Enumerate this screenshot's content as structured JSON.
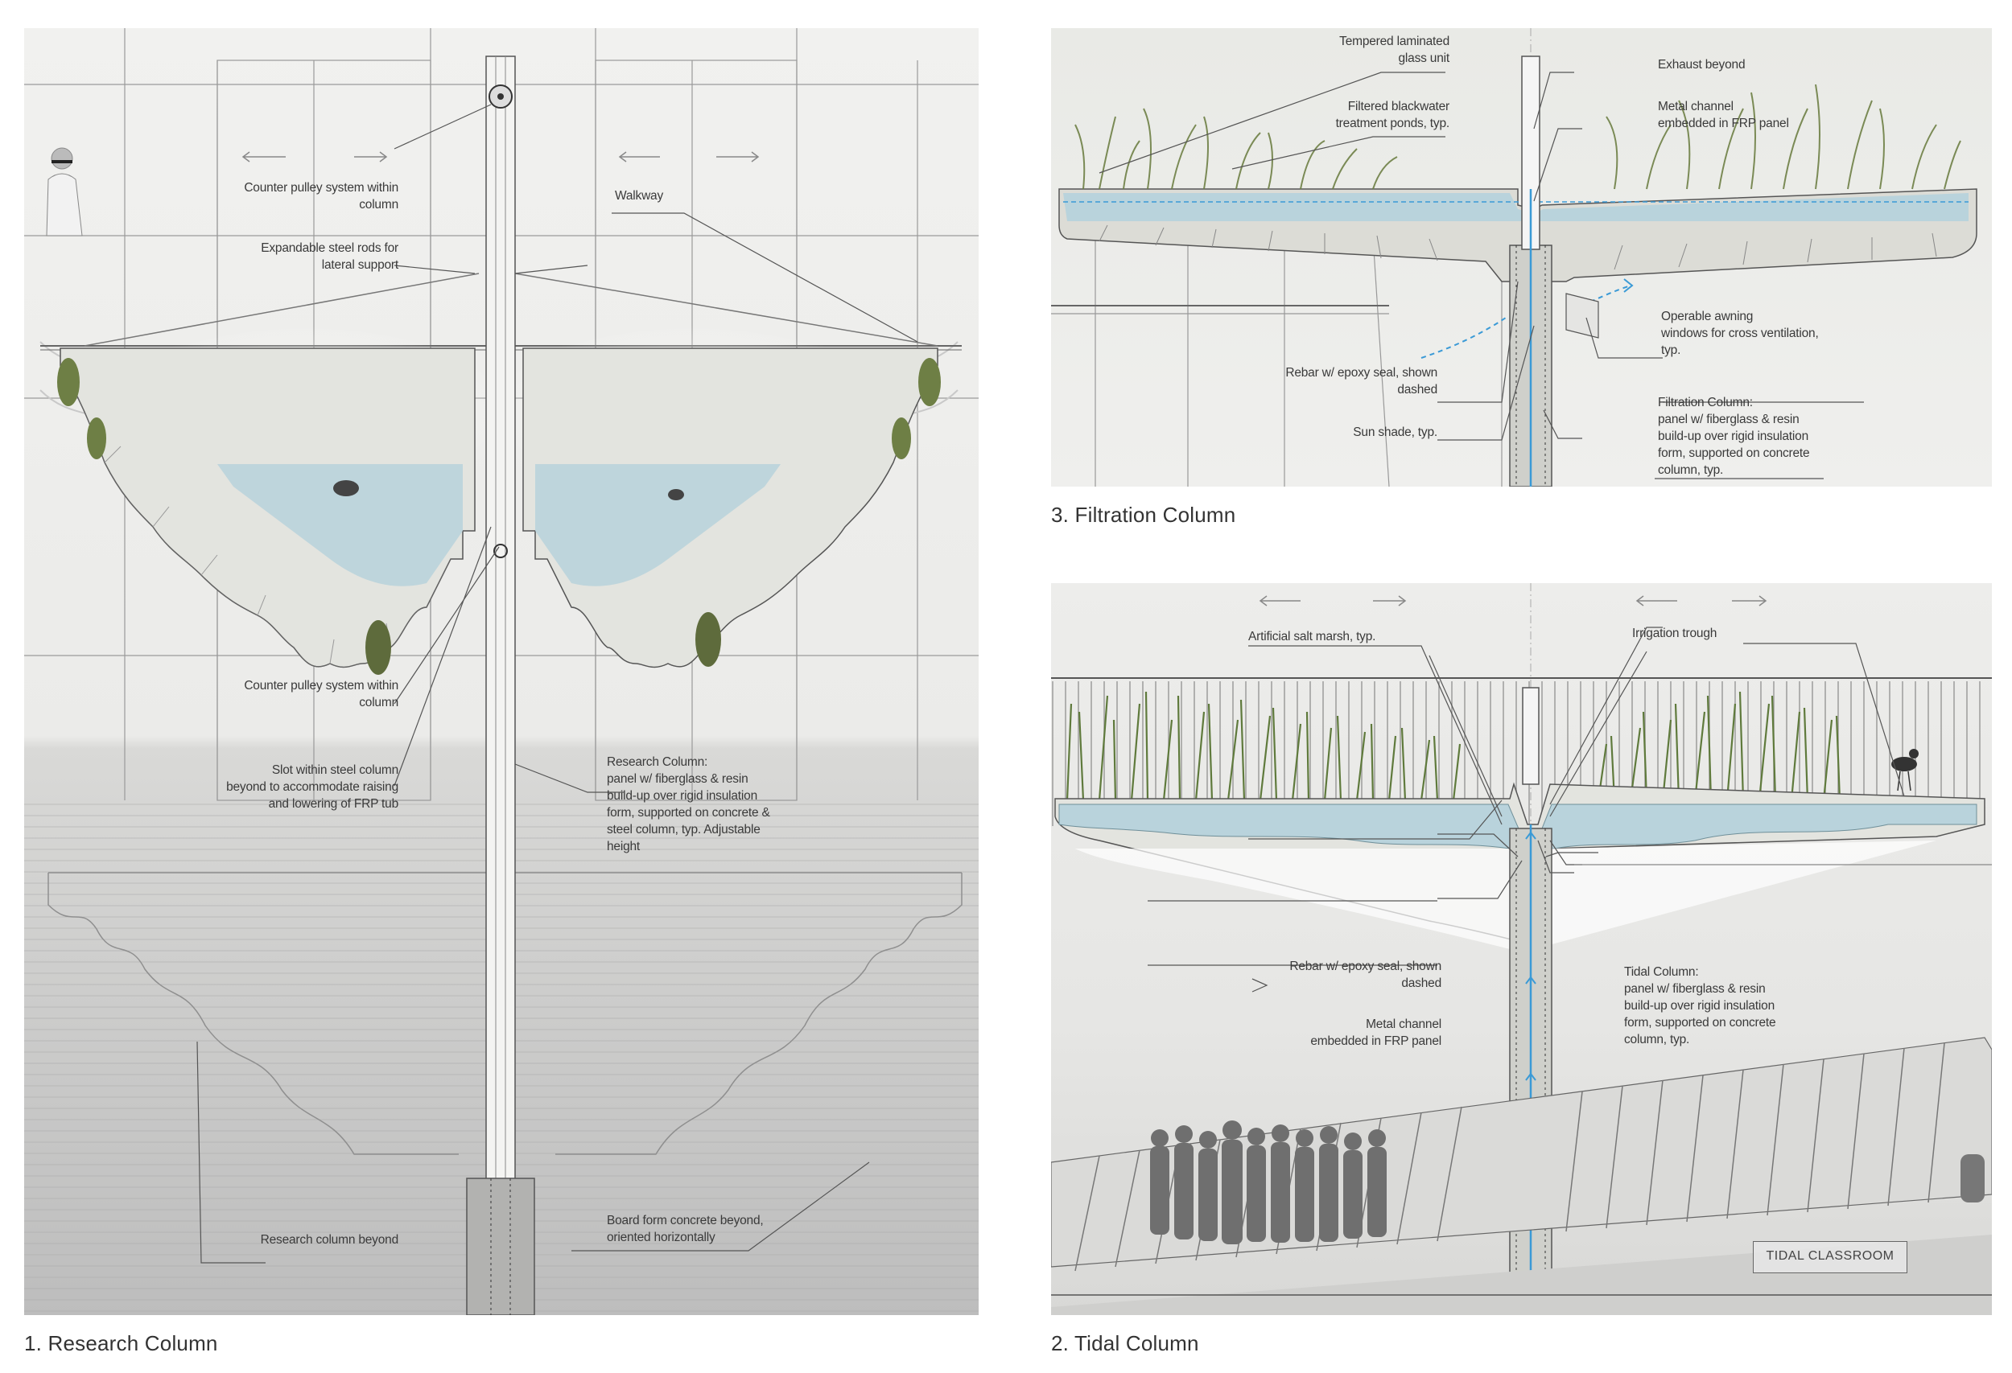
{
  "panel1": {
    "caption": "1. Research Column",
    "labels": {
      "counter_pulley_top": "Counter pulley system within\ncolumn",
      "expandable_rods": "Expandable steel rods for\nlateral support",
      "walkway": "Walkway",
      "counter_pulley_mid": "Counter pulley system within\ncolumn",
      "slot": "Slot within steel column\nbeyond to accommodate raising\nand lowering of FRP tub",
      "research_column": "Research Column:\npanel w/ fiberglass & resin\nbuild-up over rigid insulation\nform, supported on concrete &\nsteel column, typ.  Adjustable\nheight",
      "research_beyond": "Research column beyond",
      "board_form": "Board form concrete beyond,\noriented horizontally"
    }
  },
  "panel3": {
    "caption": "3. Filtration Column",
    "labels": {
      "tempered_glass": "Tempered laminated\nglass unit",
      "filtered_ponds": "Filtered blackwater\ntreatment ponds, typ.",
      "exhaust": "Exhaust beyond",
      "metal_channel": "Metal channel\nembedded in FRP panel",
      "operable_awning": "Operable awning\nwindows for cross ventilation,\ntyp.",
      "rebar": "Rebar w/ epoxy seal, shown\ndashed",
      "filtration_column": "Filtration Column:\npanel w/ fiberglass & resin\nbuild-up over rigid insulation\nform, supported on concrete\ncolumn, typ.",
      "sun_shade": "Sun shade, typ."
    }
  },
  "panel2": {
    "caption": "2. Tidal Column",
    "badge": "TIDAL CLASSROOM",
    "labels": {
      "salt_marsh": "Artificial salt marsh, typ.",
      "irrigation": "Irrigation trough",
      "rebar": "Rebar w/ epoxy seal, shown\ndashed",
      "metal_channel": "Metal channel\nembedded in FRP panel",
      "tidal_column": "Tidal Column:\npanel w/ fiberglass & resin\nbuild-up over rigid insulation\nform, supported on concrete\ncolumn, typ."
    }
  },
  "colors": {
    "water": "#b9d3dc",
    "plant": "#6e7f45",
    "drain": "#3a9ad6",
    "concrete": "#dcdcd8",
    "tub": "#e3e4df"
  }
}
